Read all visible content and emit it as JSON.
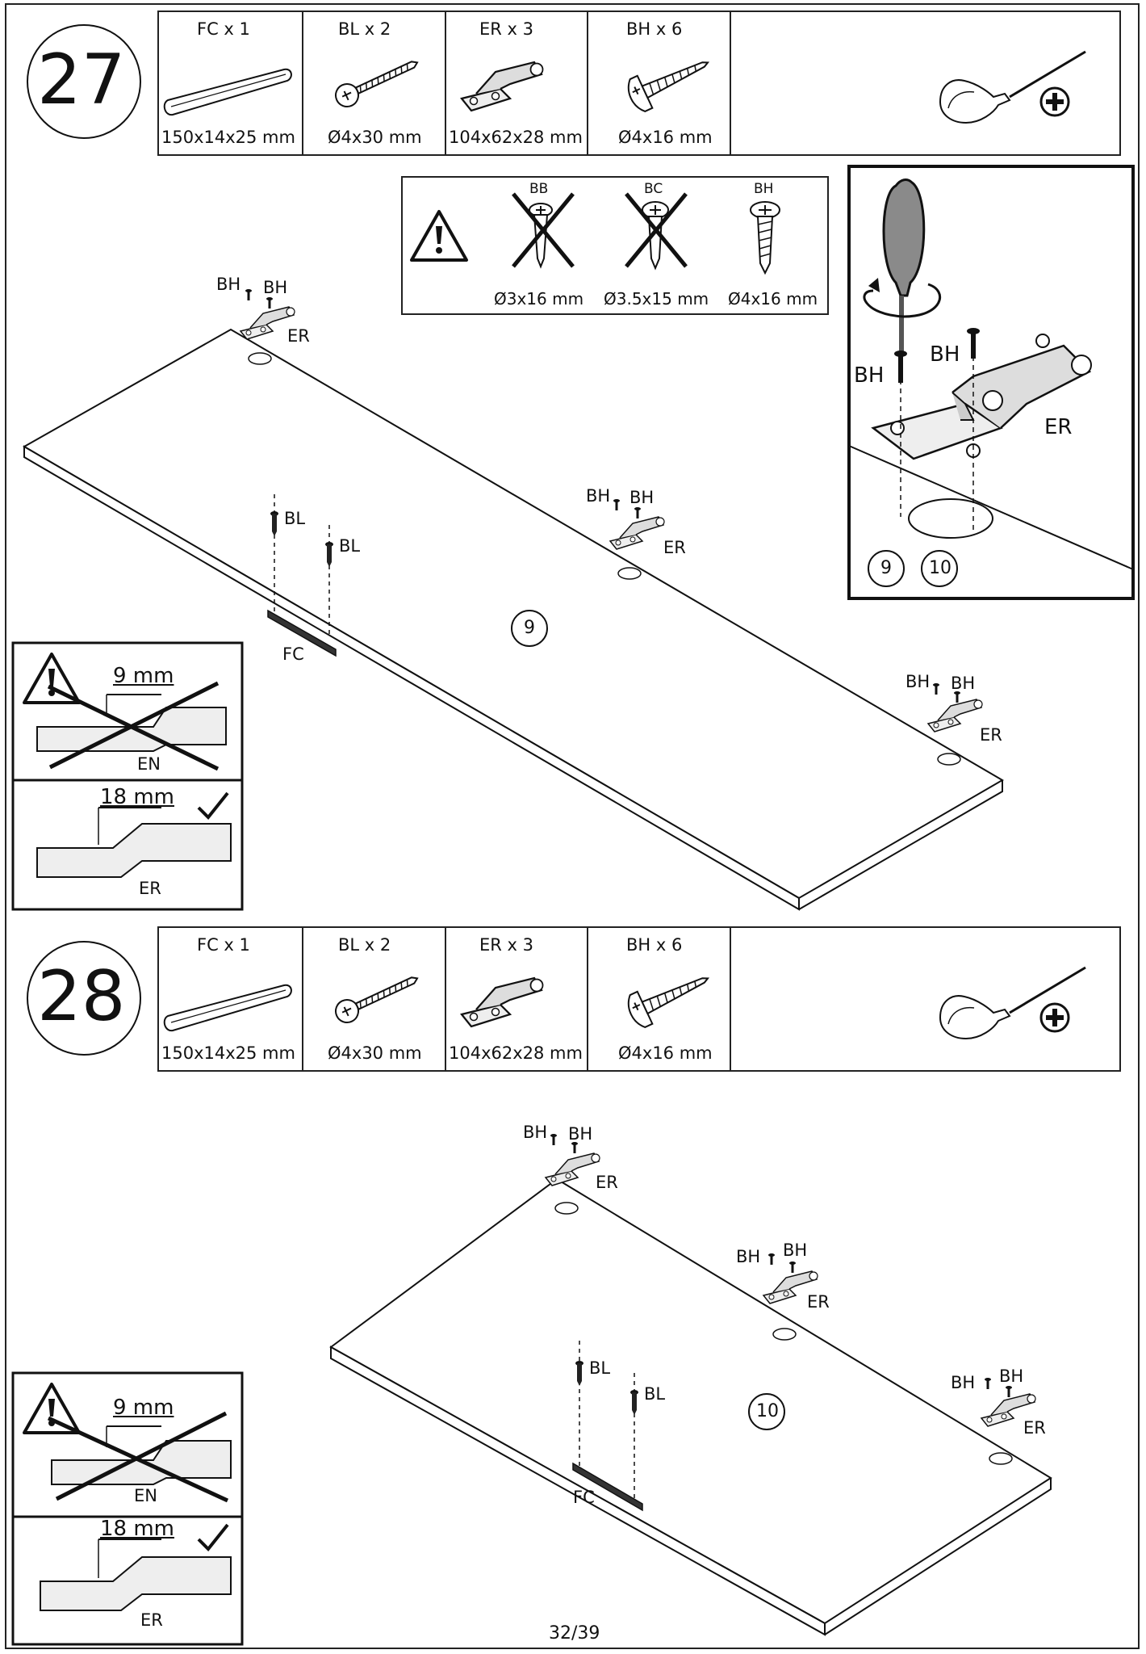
{
  "steps": [
    {
      "number": "27",
      "parts": [
        {
          "name": "FC x 1",
          "size": "150x14x25 mm"
        },
        {
          "name": "BL x 2",
          "size": "Ø4x30 mm"
        },
        {
          "name": "ER x 3",
          "size": "104x62x28 mm"
        },
        {
          "name": "BH x 6",
          "size": "Ø4x16 mm"
        }
      ],
      "panel_number": "9"
    },
    {
      "number": "28",
      "parts": [
        {
          "name": "FC x 1",
          "size": "150x14x25 mm"
        },
        {
          "name": "BL x 2",
          "size": "Ø4x30 mm"
        },
        {
          "name": "ER x 3",
          "size": "104x62x28 mm"
        },
        {
          "name": "BH x 6",
          "size": "Ø4x16 mm"
        }
      ],
      "panel_number": "10"
    }
  ],
  "screw_warning": {
    "items": [
      {
        "code": "BB",
        "size": "Ø3x16 mm"
      },
      {
        "code": "BC",
        "size": "Ø3.5x15 mm"
      },
      {
        "code": "BH",
        "size": "Ø4x16 mm"
      }
    ]
  },
  "callouts": {
    "bh": "BH",
    "bl": "BL",
    "er": "ER",
    "fc": "FC",
    "en": "EN"
  },
  "detail": {
    "numbers": [
      "9",
      "10"
    ]
  },
  "hinge_check": {
    "wrong": "9 mm",
    "right": "18 mm"
  },
  "page_number": "32/39",
  "icons": [
    "warning-icon",
    "phillips-screwdriver-icon",
    "phillips-bit-icon",
    "check-mark-icon",
    "cross-mark-icon"
  ]
}
